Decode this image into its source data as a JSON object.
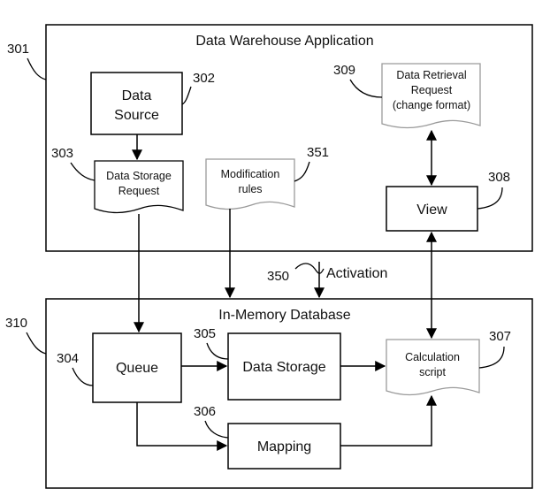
{
  "containers": {
    "data_warehouse": {
      "label": "Data Warehouse Application",
      "ref": "301"
    },
    "in_memory_db": {
      "label": "In-Memory Database",
      "ref": "310"
    }
  },
  "nodes": {
    "data_source": {
      "lines": [
        "Data",
        "Source"
      ],
      "ref": "302"
    },
    "data_storage_request": {
      "lines": [
        "Data Storage",
        "Request"
      ],
      "ref": "303"
    },
    "modification_rules": {
      "lines": [
        "Modification",
        "rules"
      ],
      "ref": "351"
    },
    "data_retrieval_request": {
      "lines": [
        "Data Retrieval",
        "Request",
        "(change format)"
      ],
      "ref": "309"
    },
    "view": {
      "label": "View",
      "ref": "308"
    },
    "queue": {
      "label": "Queue",
      "ref": "304"
    },
    "data_storage": {
      "label": "Data Storage",
      "ref": "305"
    },
    "mapping": {
      "label": "Mapping",
      "ref": "306"
    },
    "calculation_script": {
      "lines": [
        "Calculation",
        "script"
      ],
      "ref": "307"
    }
  },
  "activation": {
    "label": "Activation",
    "ref": "350"
  },
  "edges": [
    {
      "from": "data_source",
      "to": "data_storage_request"
    },
    {
      "from": "data_storage_request",
      "to": "queue"
    },
    {
      "from": "modification_rules",
      "to": "in_memory_db"
    },
    {
      "from": "activation",
      "to": "in_memory_db"
    },
    {
      "from": "data_retrieval_request",
      "to": "view",
      "bidirectional": true
    },
    {
      "from": "view",
      "to": "calculation_script",
      "bidirectional": true
    },
    {
      "from": "queue",
      "to": "data_storage"
    },
    {
      "from": "queue",
      "to": "mapping"
    },
    {
      "from": "data_storage",
      "to": "calculation_script"
    },
    {
      "from": "mapping",
      "to": "calculation_script"
    }
  ]
}
